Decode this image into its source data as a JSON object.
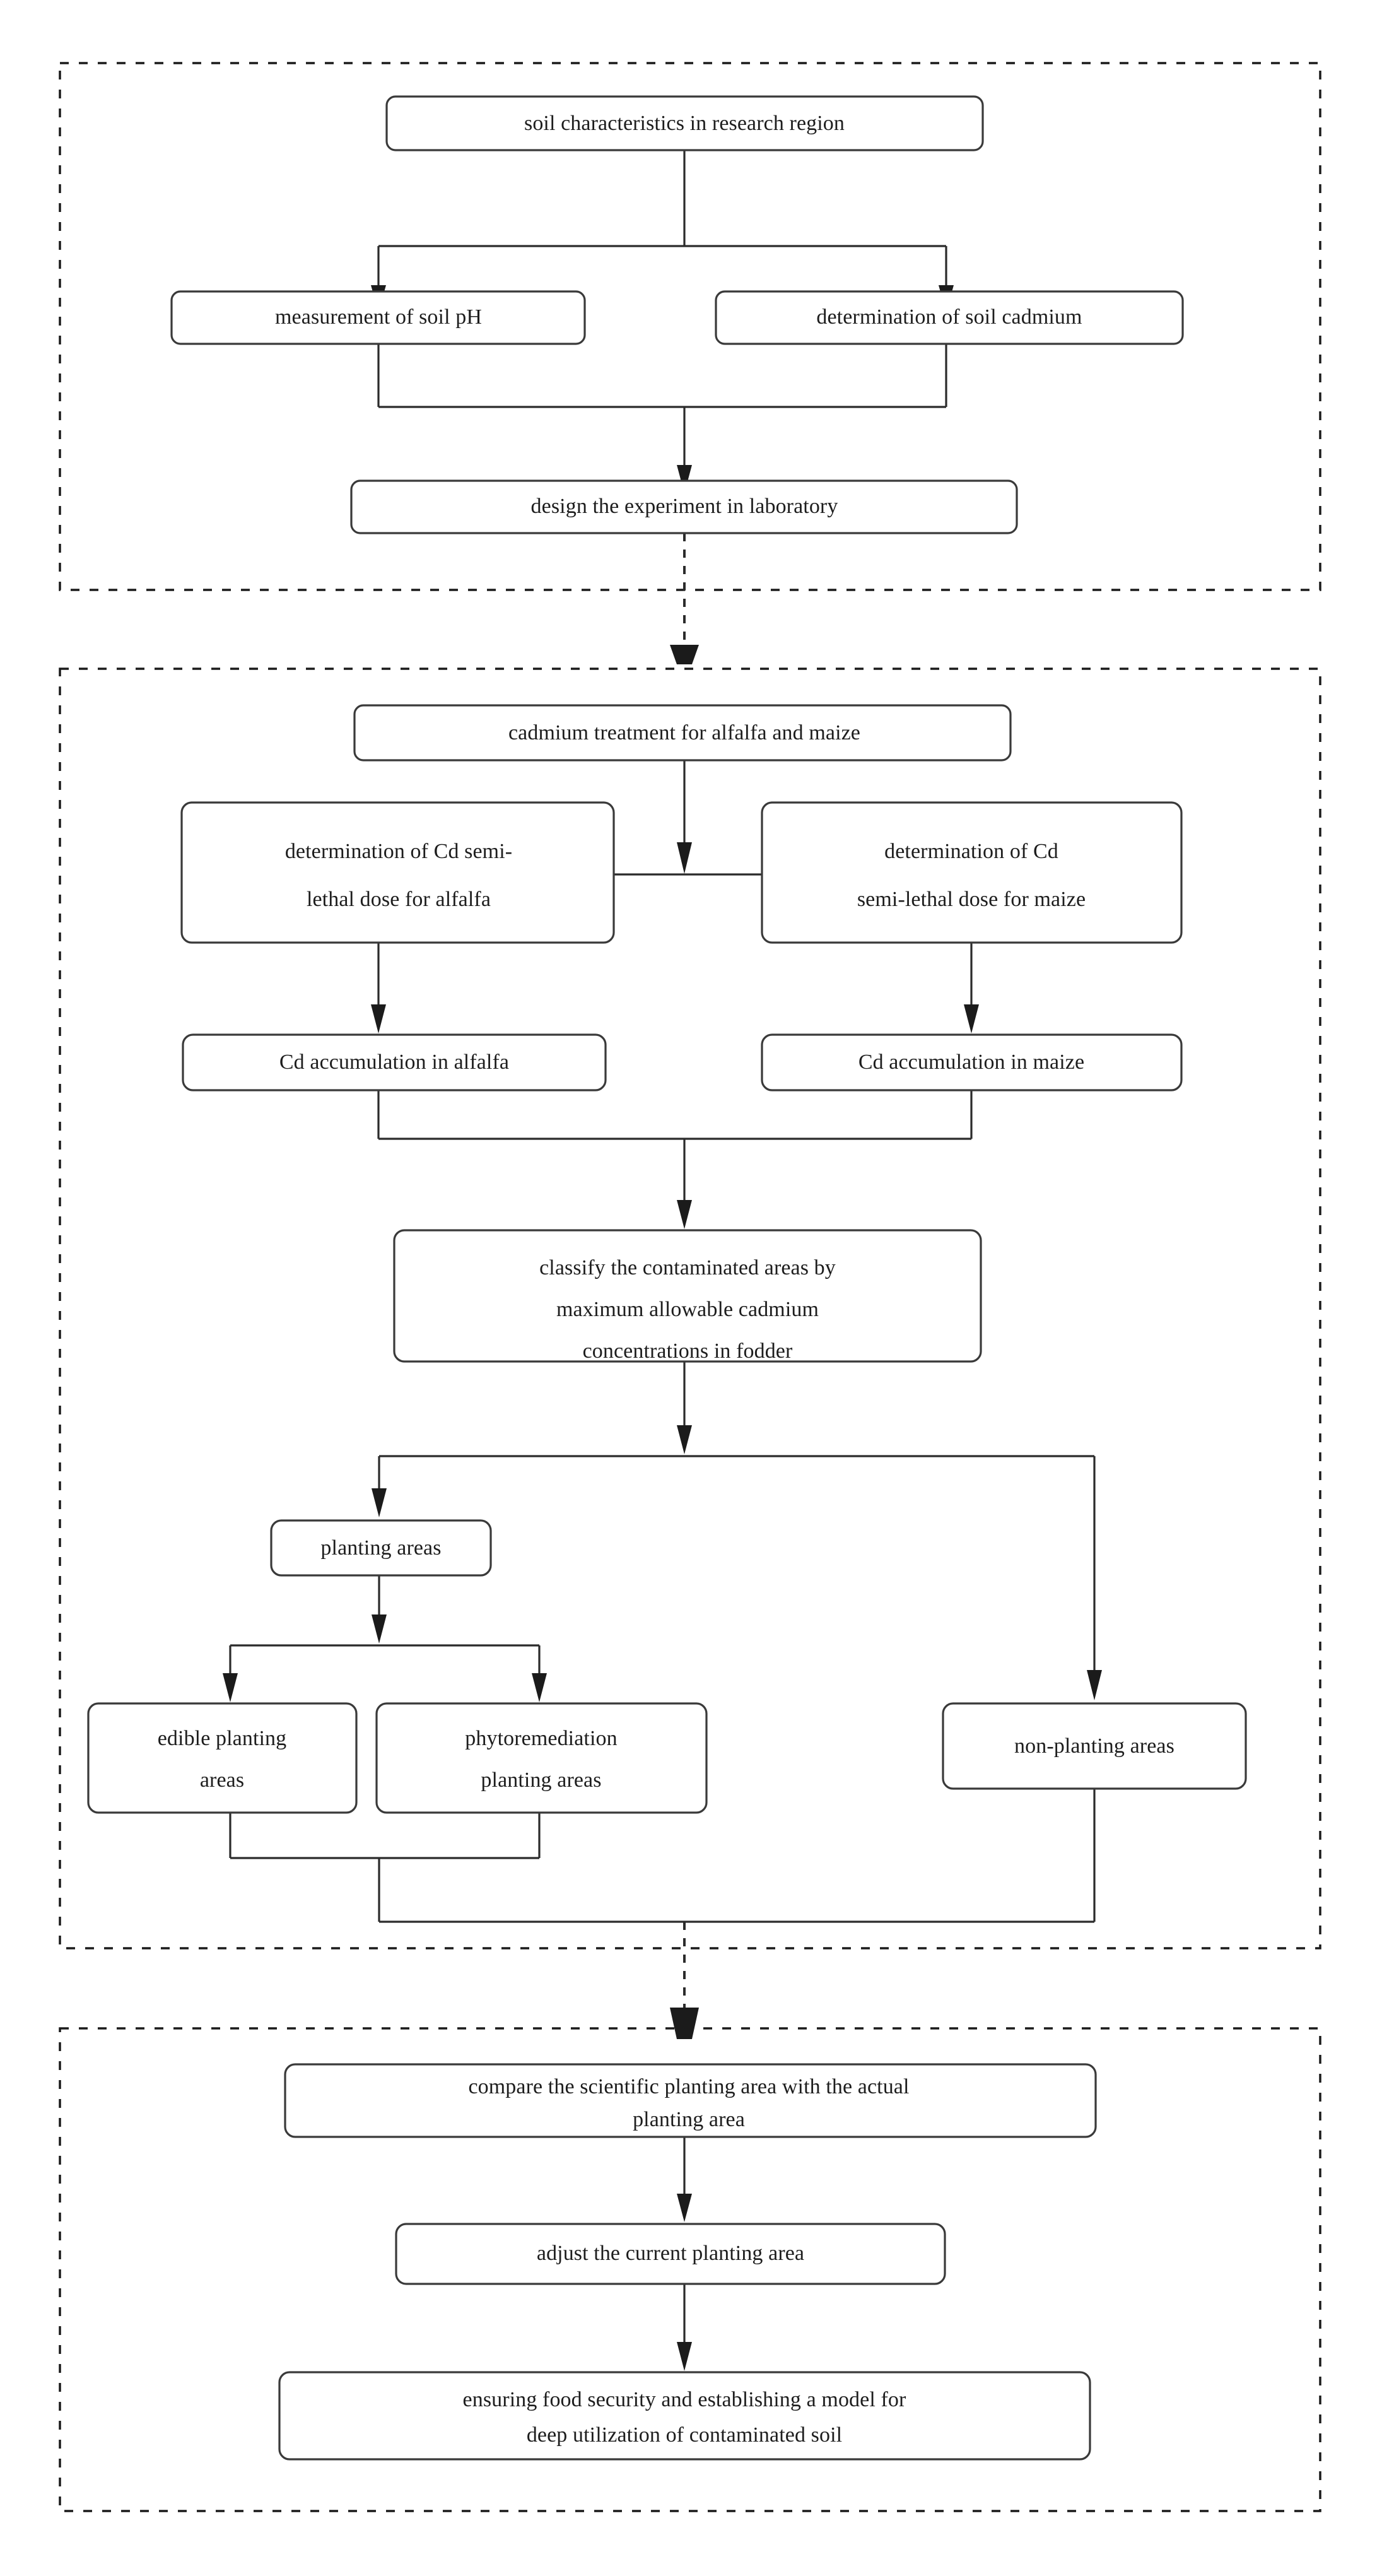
{
  "diagram": {
    "title": "research workflow flowchart for cadmium contaminated soil planting zonation",
    "background_color": "#ffffff",
    "line_color": "#2b2b2b",
    "box_border_color": "#3a3a3a",
    "section_border_color": "#1a1a1a",
    "text_color": "#1d1d1d"
  },
  "sections": [
    {
      "id": "section-field-survey",
      "order": 1
    },
    {
      "id": "section-laboratory-experiment",
      "order": 2
    },
    {
      "id": "section-application",
      "order": 3
    }
  ],
  "nodes": {
    "soil_characteristics": {
      "label": "soil characteristics in research region"
    },
    "soil_ph": {
      "label": "measurement of soil pH"
    },
    "soil_cadmium": {
      "label": "determination of soil cadmium"
    },
    "design_experiment": {
      "label": "design the experiment in laboratory"
    },
    "cadmium_treatment": {
      "label": "cadmium treatment for alfalfa and maize"
    },
    "semi_lethal_alfalfa_line1": {
      "label": "determination of  Cd semi-"
    },
    "semi_lethal_alfalfa_line2": {
      "label": "lethal dose for alfalfa"
    },
    "semi_lethal_maize_line1": {
      "label": "determination of  Cd"
    },
    "semi_lethal_maize_line2": {
      "label": "semi-lethal dose for maize"
    },
    "accumulation_alfalfa": {
      "label": "Cd accumulation in alfalfa"
    },
    "accumulation_maize": {
      "label": "Cd accumulation in maize"
    },
    "classify_line1": {
      "label": "classify the contaminated areas by"
    },
    "classify_line2": {
      "label": "maximum allowable cadmium"
    },
    "classify_line3": {
      "label": "concentrations in fodder"
    },
    "planting_areas": {
      "label": "planting areas"
    },
    "edible_line1": {
      "label": "edible planting"
    },
    "edible_line2": {
      "label": "areas"
    },
    "phyto_line1": {
      "label": "phytoremediation"
    },
    "phyto_line2": {
      "label": "planting areas"
    },
    "non_planting_areas": {
      "label": "non-planting areas"
    },
    "compare_line1": {
      "label": "compare the scientific planting area with the actual"
    },
    "compare_line2": {
      "label": "planting area"
    },
    "adjust_planting": {
      "label": "adjust the current planting area"
    },
    "ensure_line1": {
      "label": "ensuring food security and establishing a model for"
    },
    "ensure_line2": {
      "label": "deep utilization of contaminated soil"
    }
  },
  "edges": [
    {
      "from": "soil_characteristics",
      "to": "soil_ph",
      "style": "solid"
    },
    {
      "from": "soil_characteristics",
      "to": "soil_cadmium",
      "style": "solid"
    },
    {
      "from": "soil_ph",
      "to": "design_experiment",
      "style": "solid"
    },
    {
      "from": "soil_cadmium",
      "to": "design_experiment",
      "style": "solid"
    },
    {
      "from": "design_experiment",
      "to": "cadmium_treatment",
      "style": "dashed"
    },
    {
      "from": "cadmium_treatment",
      "to": "semi_lethal_alfalfa",
      "style": "solid"
    },
    {
      "from": "cadmium_treatment",
      "to": "semi_lethal_maize",
      "style": "solid"
    },
    {
      "from": "semi_lethal_alfalfa",
      "to": "accumulation_alfalfa",
      "style": "solid"
    },
    {
      "from": "semi_lethal_maize",
      "to": "accumulation_maize",
      "style": "solid"
    },
    {
      "from": "accumulation_alfalfa",
      "to": "classify",
      "style": "solid"
    },
    {
      "from": "accumulation_maize",
      "to": "classify",
      "style": "solid"
    },
    {
      "from": "classify",
      "to": "planting_areas",
      "style": "solid"
    },
    {
      "from": "classify",
      "to": "non_planting_areas",
      "style": "solid"
    },
    {
      "from": "planting_areas",
      "to": "edible_planting_areas",
      "style": "solid"
    },
    {
      "from": "planting_areas",
      "to": "phytoremediation_planting_areas",
      "style": "solid"
    },
    {
      "from": "edible_planting_areas",
      "to": "compare",
      "style": "dashed"
    },
    {
      "from": "phytoremediation_planting_areas",
      "to": "compare",
      "style": "dashed"
    },
    {
      "from": "non_planting_areas",
      "to": "compare",
      "style": "dashed"
    },
    {
      "from": "compare",
      "to": "adjust_planting",
      "style": "solid"
    },
    {
      "from": "adjust_planting",
      "to": "ensure",
      "style": "solid"
    }
  ]
}
